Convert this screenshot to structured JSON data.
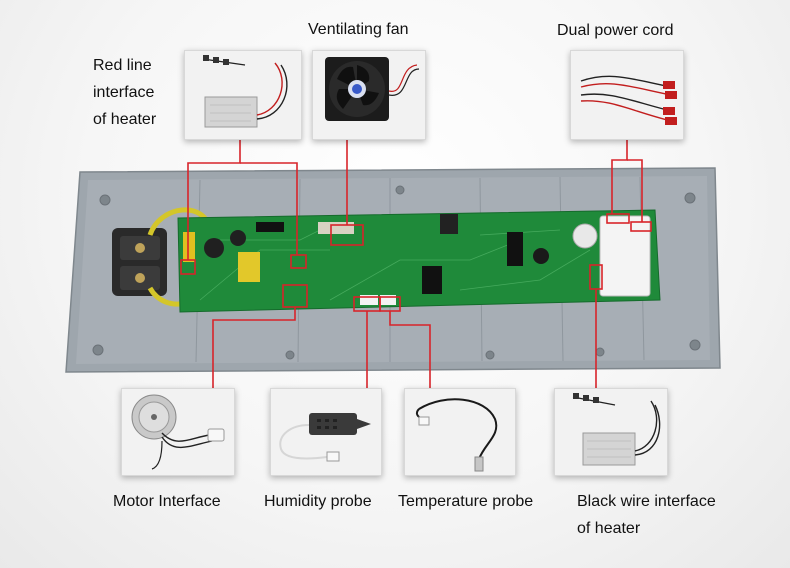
{
  "callouts": {
    "heater_red": [
      "Red line",
      "interface",
      "of heater"
    ],
    "fan": "Ventilating fan",
    "power": "Dual power cord",
    "motor": "Motor Interface",
    "humidity": "Humidity probe",
    "temperature": "Temperature probe",
    "heater_black": [
      "Black wire interface",
      "of heater"
    ]
  },
  "colors": {
    "callout_lines": "#d8242a",
    "pcb": "#1f8a3a",
    "tray": "#9aa3aa"
  }
}
